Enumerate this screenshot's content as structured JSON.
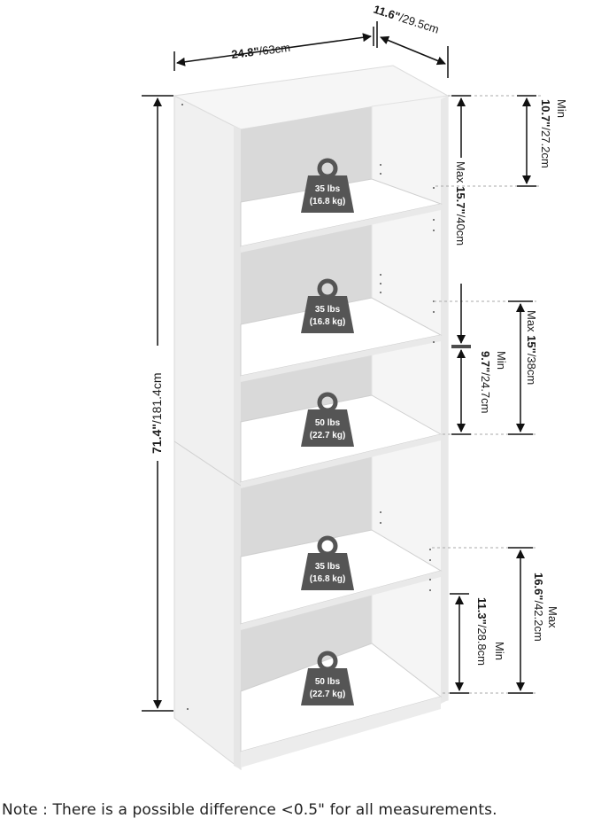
{
  "dimensions": {
    "width": {
      "bold": "24.8\"",
      "rest": "/63cm"
    },
    "depth": {
      "bold": "11.6\"",
      "rest": "/29.5cm"
    },
    "height": {
      "bold": "71.4\"",
      "rest": "/181.4cm"
    }
  },
  "shelf_spacing": {
    "top": {
      "prefix": "Min",
      "bold": "10.7\"",
      "rest": "/27.2cm"
    },
    "upper": {
      "prefix": "Max",
      "bold": "15.7\"",
      "rest": "/40cm"
    },
    "middle_min": {
      "prefix": "Min",
      "bold": "9.7\"",
      "rest": "/24.7cm"
    },
    "middle_max": {
      "prefix": "Max",
      "bold": "15\"",
      "rest": "/38cm"
    },
    "lower_max": {
      "prefix": "Max",
      "bold": "16.6\"",
      "rest": "/42.2cm"
    },
    "bottom_min": {
      "prefix": "Min",
      "bold": "11.3\"",
      "rest": "/28.8cm"
    }
  },
  "weights": [
    {
      "lbs": "35 lbs",
      "kg": "(16.8 kg)"
    },
    {
      "lbs": "35 lbs",
      "kg": "(16.8 kg)"
    },
    {
      "lbs": "50 lbs",
      "kg": "(22.7 kg)"
    },
    {
      "lbs": "35 lbs",
      "kg": "(16.8 kg)"
    },
    {
      "lbs": "50 lbs",
      "kg": "(22.7 kg)"
    }
  ],
  "note": "Note : There is a possible difference <0.5\" for all measurements.",
  "colors": {
    "panel": "#f3f3f3",
    "back_panel": "#d9d9d9",
    "weight_icon": "#555555",
    "arrow": "#111111"
  }
}
